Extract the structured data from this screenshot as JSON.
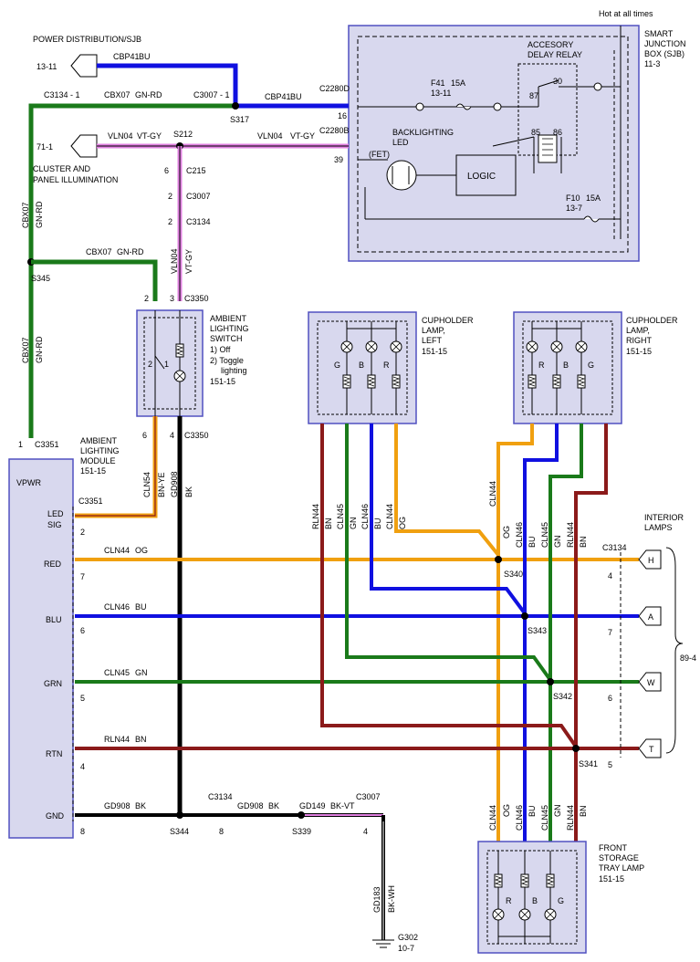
{
  "colors": {
    "blue": "#1010e0",
    "green": "#1a7a1a",
    "violet": "#e080e0",
    "orange": "#f0a010",
    "brown": "#8b1a1a",
    "black": "#000000",
    "box_fill": "#d8d8ee",
    "box_stroke": "#5050c0"
  },
  "icons": [
    "connector-pointer-icon",
    "splice-dot-icon",
    "ground-symbol-icon",
    "lamp-bulb-icon",
    "resistor-icon",
    "relay-coil-icon",
    "fuse-icon",
    "switch-icon",
    "led-icon"
  ],
  "top": {
    "pd_title": "POWER DISTRIBUTION/SJB",
    "pd_ref": "13-11",
    "cbp41_a": "CBP41",
    "bu_a": "BU",
    "cbp41_b": "CBP41",
    "bu_b": "BU",
    "c3134_1": "C3134 - 1",
    "cbx07_a": "CBX07",
    "gnrd_a": "GN-RD",
    "c3007_1": "C3007 - 1",
    "s317": "S317",
    "c2280d": "C2280D",
    "pin16": "16",
    "ci_ref": "71-1",
    "vln04_a": "VLN04",
    "vtgy_a": "VT-GY",
    "s212": "S212",
    "vln04_b": "VLN04",
    "vtgy_b": "VT-GY",
    "c2280b": "C2280B",
    "pin39": "39",
    "ci_title1": "CLUSTER AND",
    "ci_title2": "PANEL ILLUMINATION",
    "p6": "6",
    "c215": "C215",
    "p2a": "2",
    "c3007": "C3007",
    "p2b": "2",
    "c3134": "C3134",
    "cbx07_v": "CBX07",
    "gnrd_v": "GN-RD",
    "vln04_v": "VLN04",
    "vtgy_v": "VT-GY",
    "s345": "S345",
    "cbx07_h": "CBX07",
    "gnrd_h": "GN-RD",
    "cbx07_v2": "CBX07",
    "gnrd_v2": "GN-RD"
  },
  "sjb": {
    "hot": "Hot at all times",
    "title1": "SMART",
    "title2": "JUNCTION",
    "title3": "BOX (SJB)",
    "title4": "11-3",
    "relay1": "ACCESORY",
    "relay2": "DELAY RELAY",
    "p87": "87",
    "p30": "30",
    "p85": "85",
    "p86": "86",
    "f41": "F41",
    "f41a": "15A",
    "f41ref": "13-11",
    "bl1": "BACKLIGHTING",
    "bl2": "LED",
    "fet": "(FET)",
    "logic": "LOGIC",
    "f10": "F10",
    "f10a": "15A",
    "f10ref": "13-7"
  },
  "switch": {
    "p2": "2",
    "p3": "3",
    "c3350": "C3350",
    "title1": "AMBIENT",
    "title2": "LIGHTING",
    "title3": "SWITCH",
    "opt1": "1) Off",
    "opt2": "2) Toggle",
    "opt2b": "lighting",
    "ref": "151-15",
    "i2": "2",
    "i1": "1",
    "p6": "6",
    "p4": "4",
    "c3350b": "C3350",
    "cln54": "CLN54",
    "bnye": "BN-YE",
    "gd908": "GD908",
    "bk": "BK"
  },
  "module": {
    "c3351": "C3351",
    "p1": "1",
    "title1": "AMBIENT",
    "title2": "LIGHTING",
    "title3": "MODULE",
    "ref": "151-15",
    "vpwr": "VPWR",
    "led": "LED",
    "sig": "SIG",
    "c3351b": "C3351",
    "red": "RED",
    "blu": "BLU",
    "grn": "GRN",
    "rtn": "RTN",
    "gnd": "GND",
    "p2": "2",
    "p7": "7",
    "p6": "6",
    "p5": "5",
    "p4": "4",
    "p8": "8"
  },
  "wires": {
    "cln44": "CLN44",
    "og": "OG",
    "cln46": "CLN46",
    "bu": "BU",
    "cln45": "CLN45",
    "gn": "GN",
    "rln44": "RLN44",
    "bn": "BN",
    "gd908": "GD908",
    "bk": "BK",
    "c3134": "C3134",
    "p8": "8",
    "gd908b": "GD908",
    "bkb": "BK",
    "s339": "S339",
    "gd149": "GD149",
    "bkvt": "BK-VT",
    "c3007": "C3007",
    "p4": "4",
    "gd183": "GD183",
    "bkwh": "BK-WH",
    "g302": "G302",
    "g302ref": "10-7",
    "s344": "S344",
    "s340": "S340",
    "s343": "S343",
    "s342": "S342",
    "s341": "S341"
  },
  "left_lamp": {
    "title1": "CUPHOLDER",
    "title2": "LAMP,",
    "title3": "LEFT",
    "ref": "151-15",
    "g": "G",
    "b": "B",
    "r": "R",
    "v_rln44": "RLN44",
    "v_bn": "BN",
    "v_cln45": "CLN45",
    "v_gn": "GN",
    "v_cln46": "CLN46",
    "v_bu": "BU",
    "v_cln44": "CLN44",
    "v_og": "OG"
  },
  "right_lamp": {
    "title1": "CUPHOLDER",
    "title2": "LAMP,",
    "title3": "RIGHT",
    "ref": "151-15",
    "r": "R",
    "b": "B",
    "g": "G",
    "v_cln44": "CLN44",
    "v_og": "OG",
    "v_cln46": "CLN46",
    "v_bu": "BU",
    "v_cln45": "CLN45",
    "v_gn": "GN",
    "v_rln44": "RLN44",
    "v_bn": "BN"
  },
  "interior": {
    "title1": "INTERIOR",
    "title2": "LAMPS",
    "c3134": "C3134",
    "p4": "4",
    "p7": "7",
    "p6": "6",
    "p5": "5",
    "h": "H",
    "a": "A",
    "w": "W",
    "t": "T",
    "ref": "89-4"
  },
  "tray": {
    "title1": "FRONT",
    "title2": "STORAGE",
    "title3": "TRAY LAMP",
    "ref": "151-15",
    "v_cln44": "CLN44",
    "v_og": "OG",
    "v_cln46": "CLN46",
    "v_bu": "BU",
    "v_cln45": "CLN45",
    "v_gn": "GN",
    "v_rln44": "RLN44",
    "v_bn": "BN",
    "r": "R",
    "b": "B",
    "g": "G"
  }
}
